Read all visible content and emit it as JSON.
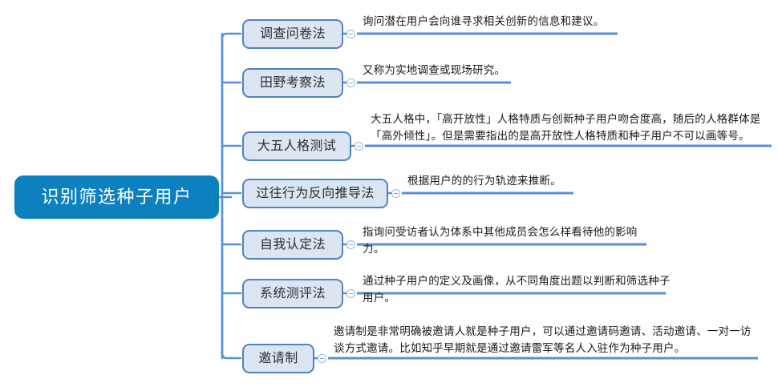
{
  "map": {
    "type": "mind-map",
    "orientation": "left-to-right",
    "root": {
      "label": "识别筛选种子用户",
      "fill": "#0d81c0",
      "text_color": "#ffffff"
    },
    "branch_style": {
      "fill": "#dce6f2",
      "border": "#4f82c0",
      "text_color": "#2e2e2e",
      "connector": "#5b8fd4",
      "underline": "#5b8fd4"
    },
    "branches": [
      {
        "label": "调查问卷法",
        "note": "询问潜在用户会向谁寻求相关创新的信息和建议。",
        "toggle": "collapse-minus"
      },
      {
        "label": "田野考察法",
        "note": "又称为实地调查或现场研究。",
        "toggle": "collapse-minus"
      },
      {
        "label": "大五人格测试",
        "note": "大五人格中，「高开放性」人格特质与创新种子用户吻合度高，随后的人格群体是\n「高外倾性」。但是需要指出的是高开放性人格特质和种子用户不可以画等号。",
        "toggle": "collapse-minus"
      },
      {
        "label": "过往行为反向推导法",
        "note": "根据用户的的行为轨迹来推断。",
        "toggle": "collapse-minus"
      },
      {
        "label": "自我认定法",
        "note": "指询问受访者认为体系中其他成员会怎么样看待他的影响力。",
        "toggle": "collapse-minus"
      },
      {
        "label": "系统测评法",
        "note": "通过种子用户的定义及画像，从不同角度出题以判断和筛选种子用户。",
        "toggle": "collapse-minus"
      },
      {
        "label": "邀请制",
        "note": "邀请制是非常明确被邀请人就是种子用户，可以通过邀请码邀请、活动邀请、一对一访\n谈方式邀请。比如知乎早期就是通过邀请雷军等名人入驻作为种子用户。",
        "toggle": "collapse-minus"
      }
    ]
  }
}
